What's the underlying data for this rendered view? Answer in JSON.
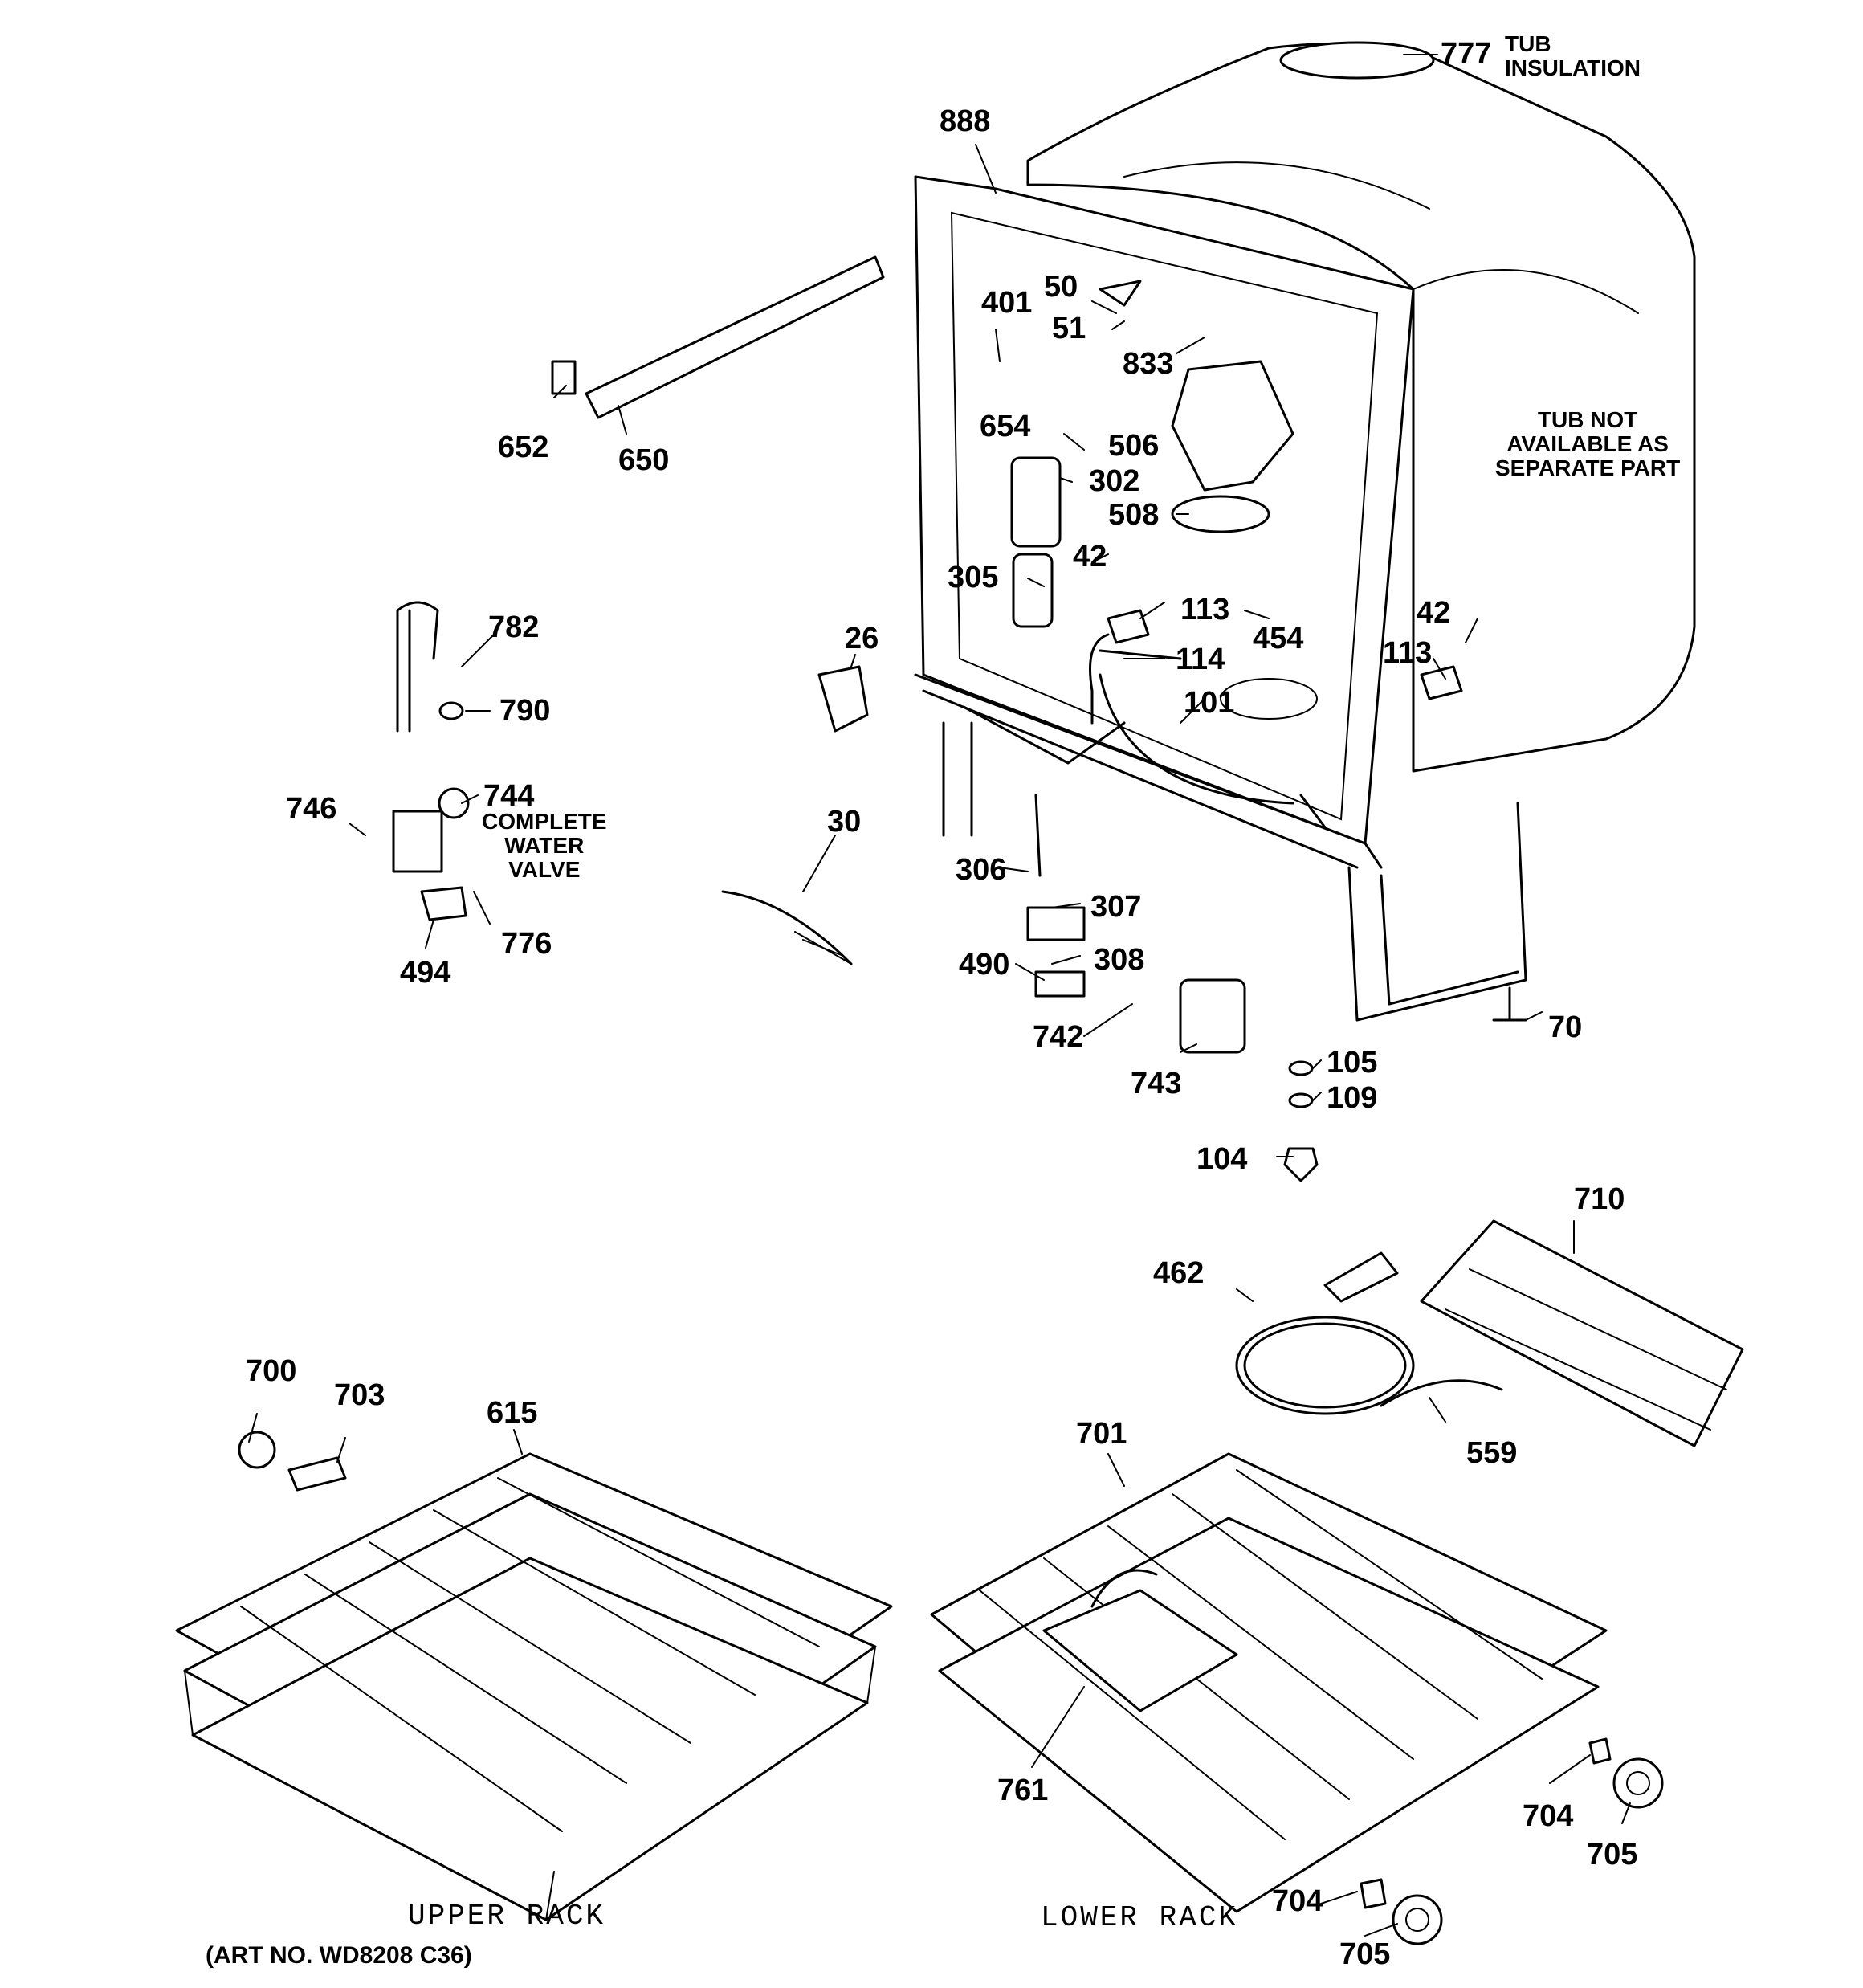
{
  "callouts": {
    "c777": "777",
    "c888": "888",
    "c50": "50",
    "c51": "51",
    "c401": "401",
    "c833": "833",
    "c654": "654",
    "c506": "506",
    "c302": "302",
    "c508": "508",
    "c42a": "42",
    "c305": "305",
    "c113a": "113",
    "c454": "454",
    "c114": "114",
    "c101": "101",
    "c42b": "42",
    "c113b": "113",
    "c652": "652",
    "c650": "650",
    "c782": "782",
    "c790": "790",
    "c746": "746",
    "c744": "744",
    "c494": "494",
    "c776": "776",
    "c26": "26",
    "c30": "30",
    "c306": "306",
    "c307": "307",
    "c308": "308",
    "c490": "490",
    "c742": "742",
    "c743": "743",
    "c70": "70",
    "c105": "105",
    "c109": "109",
    "c104": "104",
    "c710": "710",
    "c462": "462",
    "c559": "559",
    "c700": "700",
    "c703": "703",
    "c615": "615",
    "c701": "701",
    "c761": "761",
    "c704a": "704",
    "c705a": "705",
    "c704b": "704",
    "c705b": "705"
  },
  "notes": {
    "tub_insulation": "TUB\nINSULATION",
    "tub_not_available": "TUB NOT\nAVAILABLE AS\nSEPARATE PART",
    "complete_water_valve": "COMPLETE\nWATER\nVALVE"
  },
  "captions": {
    "upper_rack": "UPPER RACK",
    "lower_rack": "LOWER RACK",
    "art_number": "(ART NO. WD8208 C36)"
  }
}
